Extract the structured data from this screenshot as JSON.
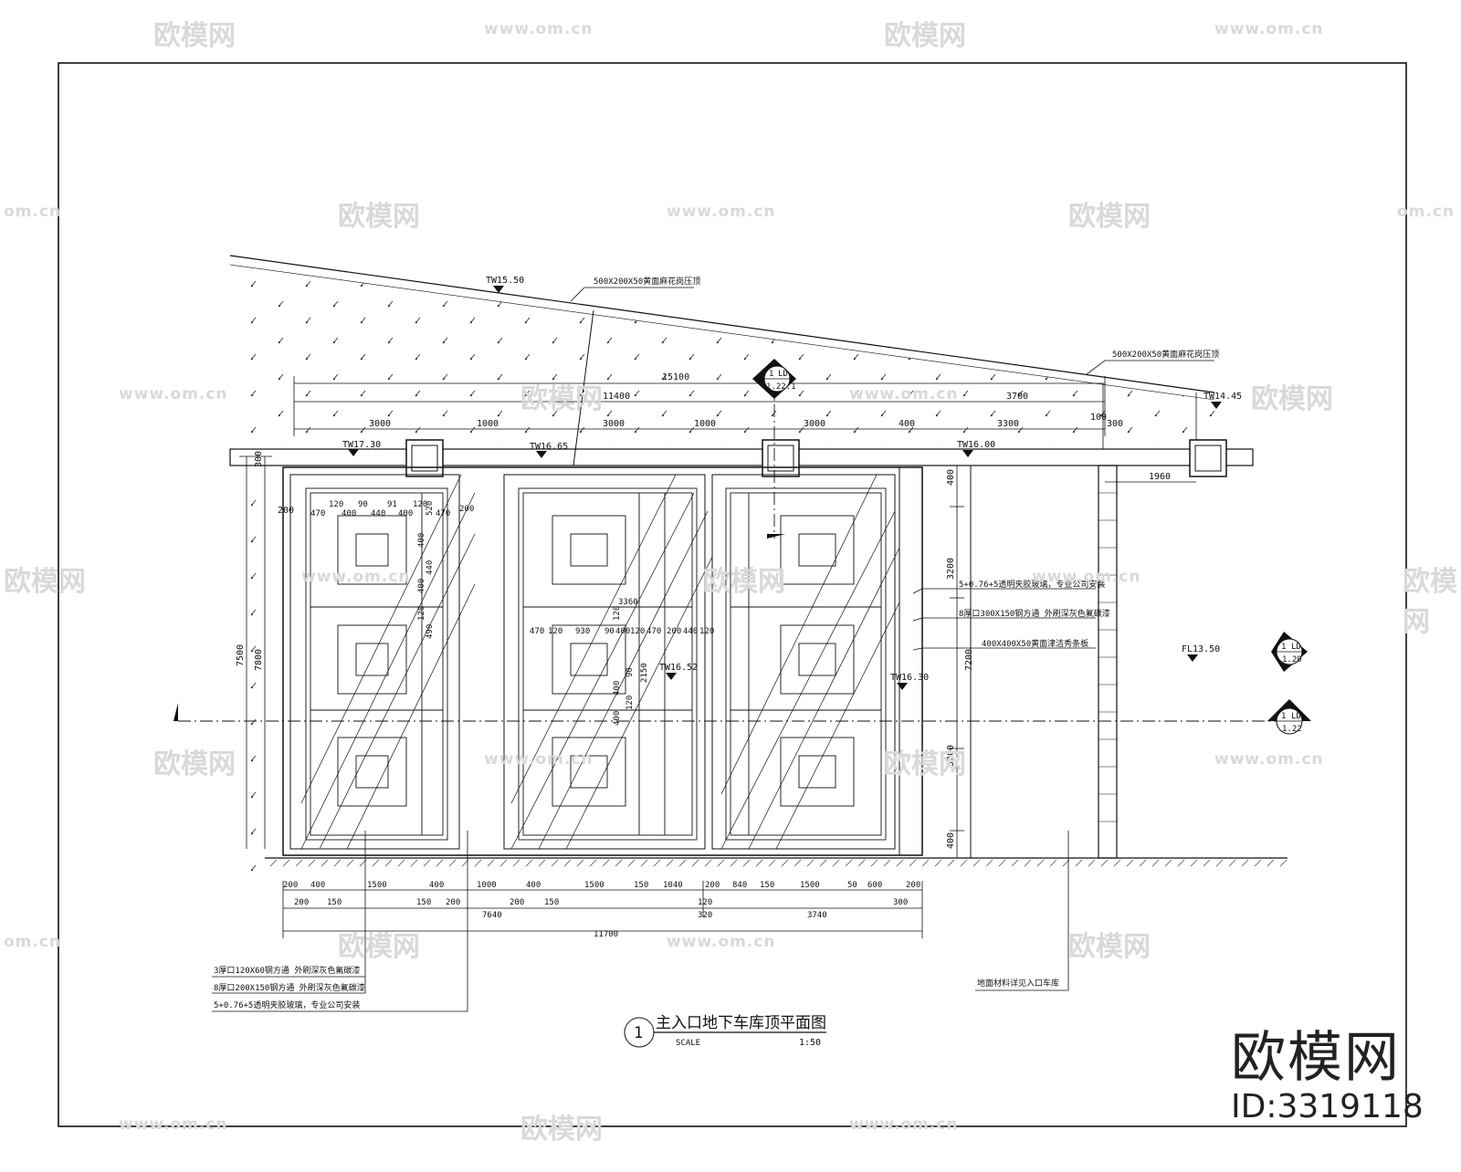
{
  "watermark": {
    "brand": "欧模网",
    "url": "www.om.cn",
    "url_fragment": "om.cn",
    "id_label": "ID:3319118"
  },
  "drawing": {
    "title": "主入口地下车库顶平面图",
    "number": "1",
    "scale_label": "SCALE",
    "scale_value": "1:50"
  },
  "levels": {
    "tw1550": "TW15.50",
    "tw1730": "TW17.30",
    "tw1665": "TW16.65",
    "tw1600": "TW16.00",
    "tw1445": "TW14.45",
    "tw1652": "TW16.52",
    "tw1630": "TW16.30",
    "fl1350": "FL13.50"
  },
  "section_markers": {
    "top": {
      "num": "1",
      "ref": "LD",
      "sheet": "1.22.1"
    },
    "right_a": {
      "num": "1",
      "ref": "LD",
      "sheet": "1.20"
    },
    "right_b": {
      "num": "1",
      "ref": "LD",
      "sheet": "1.22"
    }
  },
  "notes": {
    "coping_left": "500X200X50黄面麻花岗压顶",
    "coping_right": "500X200X50黄面麻花岗压顶",
    "glass_right": "5+0.76+5透明夹胶玻璃，专业公司安装",
    "steel_right": "8厚口300X150钢方通 外刷深灰色氟碳漆",
    "stone_right": "400X400X50黄面津洁秀条板",
    "ground_right": "地面材料详见入口车库",
    "steel_small_left": "3厚口120X60钢方通 外刷深灰色氟碳漆",
    "steel_big_left": "8厚口200X150钢方通 外刷深灰色氟碳漆",
    "glass_left": "5+0.76+5透明夹胶玻璃，专业公司安装"
  },
  "dims": {
    "top": {
      "overall": "15100",
      "span_a": "11400",
      "span_b": "3700",
      "s1": "3000",
      "s2": "1000",
      "s3": "3000",
      "s4": "1000",
      "s5": "3000",
      "s6": "400",
      "s7": "3300",
      "s8": "100",
      "s9": "300",
      "cant": "1960"
    },
    "left": {
      "overall_a": "7500",
      "overall_b": "7800",
      "top": "300",
      "left_gap": "200"
    },
    "right": {
      "a": "400",
      "b": "3200",
      "c": "7200",
      "d": "3200",
      "e": "400"
    },
    "panel_l": {
      "r1": [
        "120",
        "90",
        "91",
        "120"
      ],
      "r2": [
        "470",
        "400",
        "440",
        "400"
      ],
      "v1": "520",
      "v2": "470",
      "v3": "200",
      "v4": "400",
      "v5": "440",
      "v6": "400",
      "v7": "120",
      "v8": "490"
    },
    "panel_c": {
      "w": "3360",
      "row": [
        "470",
        "120",
        "930",
        "90",
        "400",
        "120",
        "470",
        "200",
        "440",
        "120"
      ],
      "v1": "120",
      "v2": "90",
      "v3": "2150",
      "v4": "400",
      "v5": "120",
      "v6": "400"
    },
    "bottom": {
      "row1": [
        "200",
        "400",
        "1500",
        "400",
        "1000",
        "400",
        "1500",
        "150",
        "1040",
        "200",
        "840",
        "150",
        "1500",
        "50",
        "600",
        "200"
      ],
      "row2": [
        "200",
        "150",
        "150",
        "200",
        "200",
        "150",
        "120",
        "300"
      ],
      "seg_a": "7640",
      "seg_b": "320",
      "seg_c": "3740",
      "overall": "11700"
    }
  }
}
